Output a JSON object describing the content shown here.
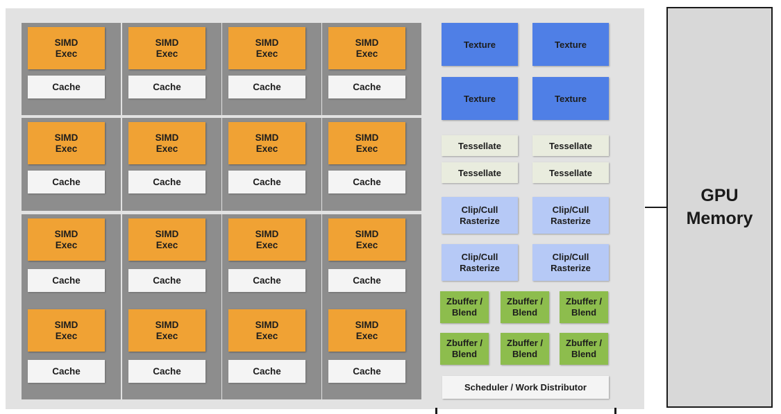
{
  "cores": {
    "simd_label": "SIMD\nExec",
    "cache_label": "Cache",
    "rows": 4,
    "cols": 4
  },
  "fixed_function": {
    "texture_label": "Texture",
    "tessellate_label": "Tessellate",
    "clip_label": "Clip/Cull\nRasterize",
    "zbuffer_label": "Zbuffer /\nBlend",
    "scheduler_label": "Scheduler / Work Distributor"
  },
  "memory": {
    "label": "GPU\nMemory"
  },
  "colors": {
    "simd": "#f0a234",
    "cache": "#f4f4f4",
    "texture": "#4f7fe6",
    "tessellate": "#e9ecde",
    "clip": "#b6c9f6",
    "zbuffer": "#8dbd4d",
    "core_frame": "#8d8d8d",
    "chip_background": "#e2e2e2"
  }
}
